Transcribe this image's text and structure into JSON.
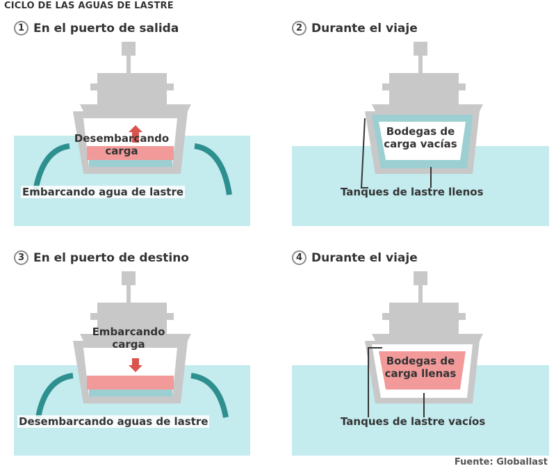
{
  "title": "CICLO DE LAS AGUAS DE LASTRE",
  "source": "Fuente: Globallast",
  "panels": [
    {
      "number": "1",
      "heading": "En el puerto de salida",
      "cargo_label": "Desembarcando carga",
      "water_label": "Embarcando agua de lastre"
    },
    {
      "number": "2",
      "heading": "Durante el viaje",
      "cargo_label": "Bodegas de carga vacías",
      "water_label": "Tanques de lastre llenos"
    },
    {
      "number": "3",
      "heading": "En el puerto de destino",
      "cargo_label": "Embarcando carga",
      "water_label": "Desembarcando aguas de lastre"
    },
    {
      "number": "4",
      "heading": "Durante el viaje",
      "cargo_label": "Bodegas de carga llenas",
      "water_label": "Tanques de lastre vacíos"
    }
  ],
  "colors": {
    "water": "#c4ebee",
    "ballast": "#9ccfd2",
    "cargo": "#f29a9a",
    "hull": "#c8c8c8",
    "arrow_teal": "#2e8f8f",
    "arrow_red": "#d9534f"
  }
}
